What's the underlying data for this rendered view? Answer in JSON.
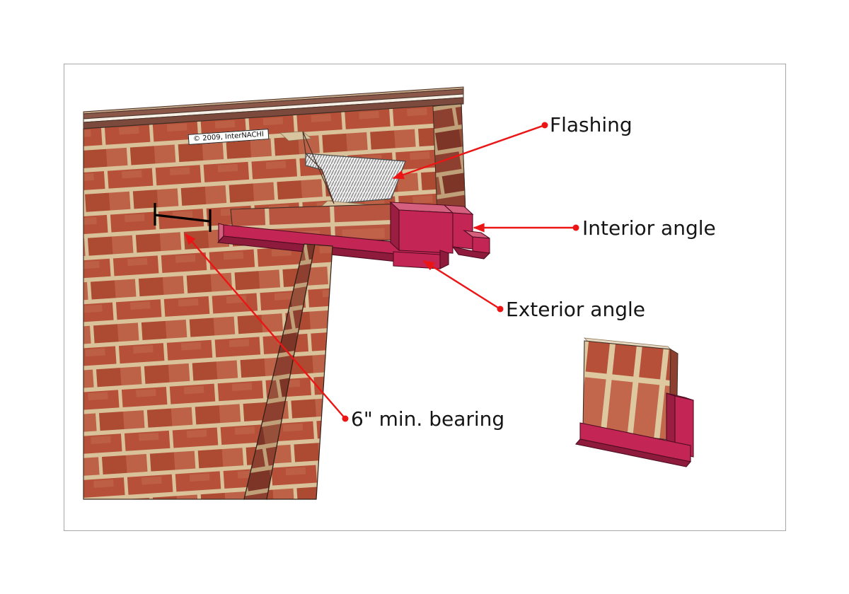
{
  "diagram": {
    "copyright": "© 2009, InterNACHI",
    "labels": {
      "flashing": "Flashing",
      "interior_angle": "Interior angle",
      "exterior_angle": "Exterior angle",
      "bearing": "6\" min. bearing"
    },
    "colors": {
      "annotation_red": "#ec1515",
      "steel_angle_front": "#c32654",
      "steel_angle_top": "#d5607e",
      "steel_angle_shadow": "#9c1d42",
      "steel_angle_bottom": "#8e1b3c",
      "brick": "#b65038",
      "mortar": "#d9c19a",
      "flashing_fill": "#efefef",
      "page_border": "#a8a8a8"
    }
  }
}
